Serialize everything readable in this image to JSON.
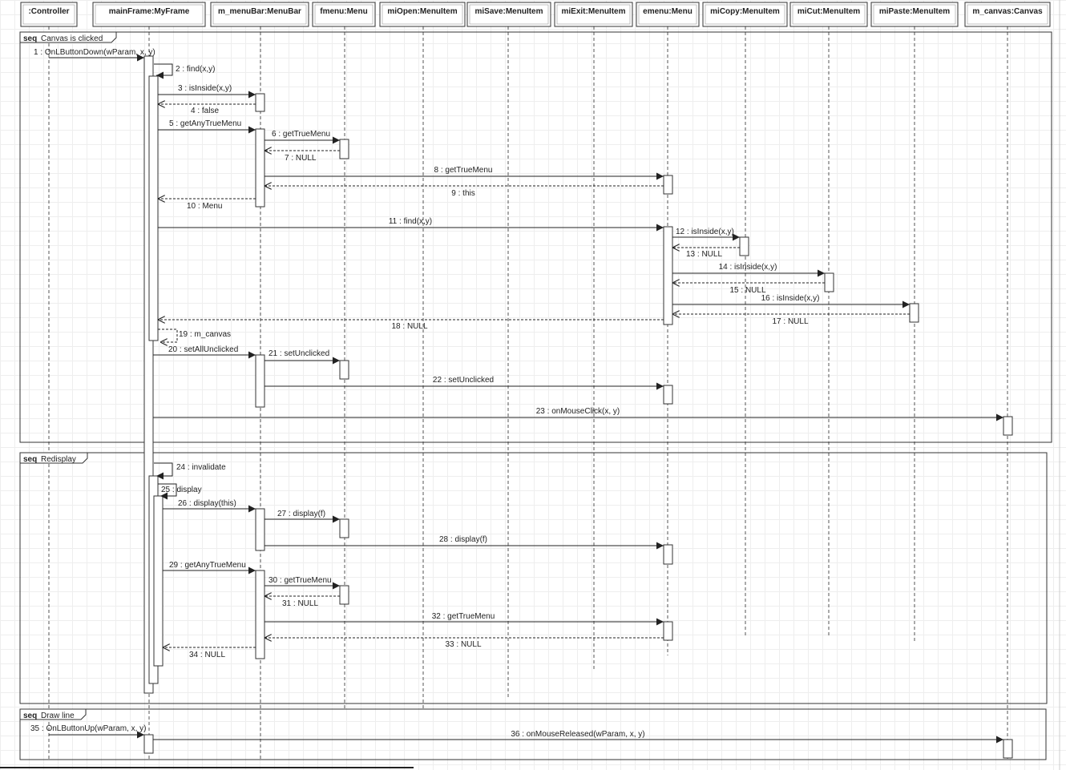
{
  "lifelines": [
    {
      "id": "controller",
      "name": ":Controller"
    },
    {
      "id": "mainframe",
      "name": "mainFrame:MyFrame"
    },
    {
      "id": "menubar",
      "name": "m_menuBar:MenuBar"
    },
    {
      "id": "fmenu",
      "name": "fmenu:Menu"
    },
    {
      "id": "miopen",
      "name": "miOpen:MenuItem"
    },
    {
      "id": "misave",
      "name": "miSave:MenuItem"
    },
    {
      "id": "miexit",
      "name": "miExit:MenuItem"
    },
    {
      "id": "emenu",
      "name": "emenu:Menu"
    },
    {
      "id": "micopy",
      "name": "miCopy:MenuItem"
    },
    {
      "id": "micut",
      "name": "miCut:MenuItem"
    },
    {
      "id": "mipaste",
      "name": "miPaste:MenuItem"
    },
    {
      "id": "canvas",
      "name": "m_canvas:Canvas"
    }
  ],
  "frames": [
    {
      "keyword": "seq",
      "name": "Canvas is clicked"
    },
    {
      "keyword": "seq",
      "name": "Redisplay"
    },
    {
      "keyword": "seq",
      "name": "Draw line"
    }
  ],
  "messages": [
    {
      "label": "1 : OnLButtonDown(wParam, x, y)",
      "from": "controller",
      "to": "mainframe",
      "kind": "call"
    },
    {
      "label": "2 : find(x,y)",
      "from": "mainframe",
      "to": "mainframe",
      "kind": "self"
    },
    {
      "label": "3 : isInside(x,y)",
      "from": "mainframe",
      "to": "menubar",
      "kind": "call"
    },
    {
      "label": "4 : false",
      "from": "menubar",
      "to": "mainframe",
      "kind": "return"
    },
    {
      "label": "5 : getAnyTrueMenu",
      "from": "mainframe",
      "to": "menubar",
      "kind": "call"
    },
    {
      "label": "6 : getTrueMenu",
      "from": "menubar",
      "to": "fmenu",
      "kind": "call"
    },
    {
      "label": "7 : NULL",
      "from": "fmenu",
      "to": "menubar",
      "kind": "return"
    },
    {
      "label": "8 : getTrueMenu",
      "from": "menubar",
      "to": "emenu",
      "kind": "call"
    },
    {
      "label": "9 : this",
      "from": "emenu",
      "to": "menubar",
      "kind": "return"
    },
    {
      "label": "10 : Menu",
      "from": "menubar",
      "to": "mainframe",
      "kind": "return"
    },
    {
      "label": "11 : find(x,y)",
      "from": "mainframe",
      "to": "emenu",
      "kind": "call"
    },
    {
      "label": "12 : isInside(x,y)",
      "from": "emenu",
      "to": "micopy",
      "kind": "call"
    },
    {
      "label": "13 : NULL",
      "from": "micopy",
      "to": "emenu",
      "kind": "return"
    },
    {
      "label": "14 : isInside(x,y)",
      "from": "emenu",
      "to": "micut",
      "kind": "call"
    },
    {
      "label": "15 : NULL",
      "from": "micut",
      "to": "emenu",
      "kind": "return"
    },
    {
      "label": "16 : isInside(x,y)",
      "from": "emenu",
      "to": "mipaste",
      "kind": "call"
    },
    {
      "label": "17 : NULL",
      "from": "mipaste",
      "to": "emenu",
      "kind": "return"
    },
    {
      "label": "18 : NULL",
      "from": "emenu",
      "to": "mainframe",
      "kind": "return"
    },
    {
      "label": "19 : m_canvas",
      "from": "mainframe",
      "to": "mainframe",
      "kind": "self-return"
    },
    {
      "label": "20 : setAllUnclicked",
      "from": "mainframe",
      "to": "menubar",
      "kind": "call"
    },
    {
      "label": "21 : setUnclicked",
      "from": "menubar",
      "to": "fmenu",
      "kind": "call"
    },
    {
      "label": "22 : setUnclicked",
      "from": "menubar",
      "to": "emenu",
      "kind": "call"
    },
    {
      "label": "23 : onMouseClick(x, y)",
      "from": "mainframe",
      "to": "canvas",
      "kind": "call"
    },
    {
      "label": "24 : invalidate",
      "from": "mainframe",
      "to": "mainframe",
      "kind": "self"
    },
    {
      "label": "25 : display",
      "from": "mainframe",
      "to": "mainframe",
      "kind": "self"
    },
    {
      "label": "26 : display(this)",
      "from": "mainframe",
      "to": "menubar",
      "kind": "call"
    },
    {
      "label": "27 : display(f)",
      "from": "menubar",
      "to": "fmenu",
      "kind": "call"
    },
    {
      "label": "28 : display(f)",
      "from": "menubar",
      "to": "emenu",
      "kind": "call"
    },
    {
      "label": "29 : getAnyTrueMenu",
      "from": "mainframe",
      "to": "menubar",
      "kind": "call"
    },
    {
      "label": "30 : getTrueMenu",
      "from": "menubar",
      "to": "fmenu",
      "kind": "call"
    },
    {
      "label": "31 : NULL",
      "from": "fmenu",
      "to": "menubar",
      "kind": "return"
    },
    {
      "label": "32 : getTrueMenu",
      "from": "menubar",
      "to": "emenu",
      "kind": "call"
    },
    {
      "label": "33 : NULL",
      "from": "emenu",
      "to": "menubar",
      "kind": "return"
    },
    {
      "label": "34 : NULL",
      "from": "menubar",
      "to": "mainframe",
      "kind": "return"
    },
    {
      "label": "35 : OnLButtonUp(wParam, x, y)",
      "from": "controller",
      "to": "mainframe",
      "kind": "call"
    },
    {
      "label": "36 : onMouseReleased(wParam, x, y)",
      "from": "mainframe",
      "to": "canvas",
      "kind": "call"
    }
  ],
  "colors": {
    "line": "#222222",
    "box_fill": "#ffffff",
    "lifeline_dash": "#555555",
    "grid": "#eeeeee"
  }
}
